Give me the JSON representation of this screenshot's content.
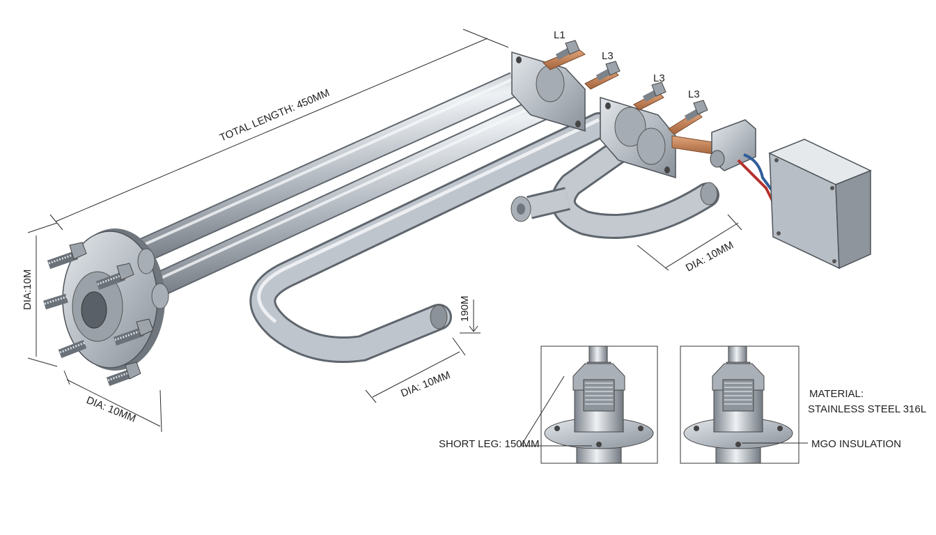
{
  "labels": {
    "total_length": "TOTAL LENGTH: 450MM",
    "terminal_l1": "L1",
    "terminal_l3a": "L3",
    "terminal_l3b": "L3",
    "terminal_l3c": "L3",
    "dia_flange_vertical": "DIA:10M",
    "dia_flange_bottom": "DIA: 10MM",
    "dia_u_bend": "DIA: 10MM",
    "dia_right_leg": "DIA: 10MM",
    "bend_height": "190M",
    "short_leg": "SHORT LEG: 150MM",
    "material_title": "MATERIAL:",
    "material_value": "STAINLESS STEEL 316L",
    "mgo": "MGO INSULATION"
  },
  "colors": {
    "steel_dark": "#7d848c",
    "steel_mid": "#b9bfc6",
    "steel_light": "#eef1f4",
    "copper": "#c8845a",
    "wire_red": "#b7312c",
    "wire_blue": "#2f5d9a",
    "line": "#2a2a2a"
  }
}
